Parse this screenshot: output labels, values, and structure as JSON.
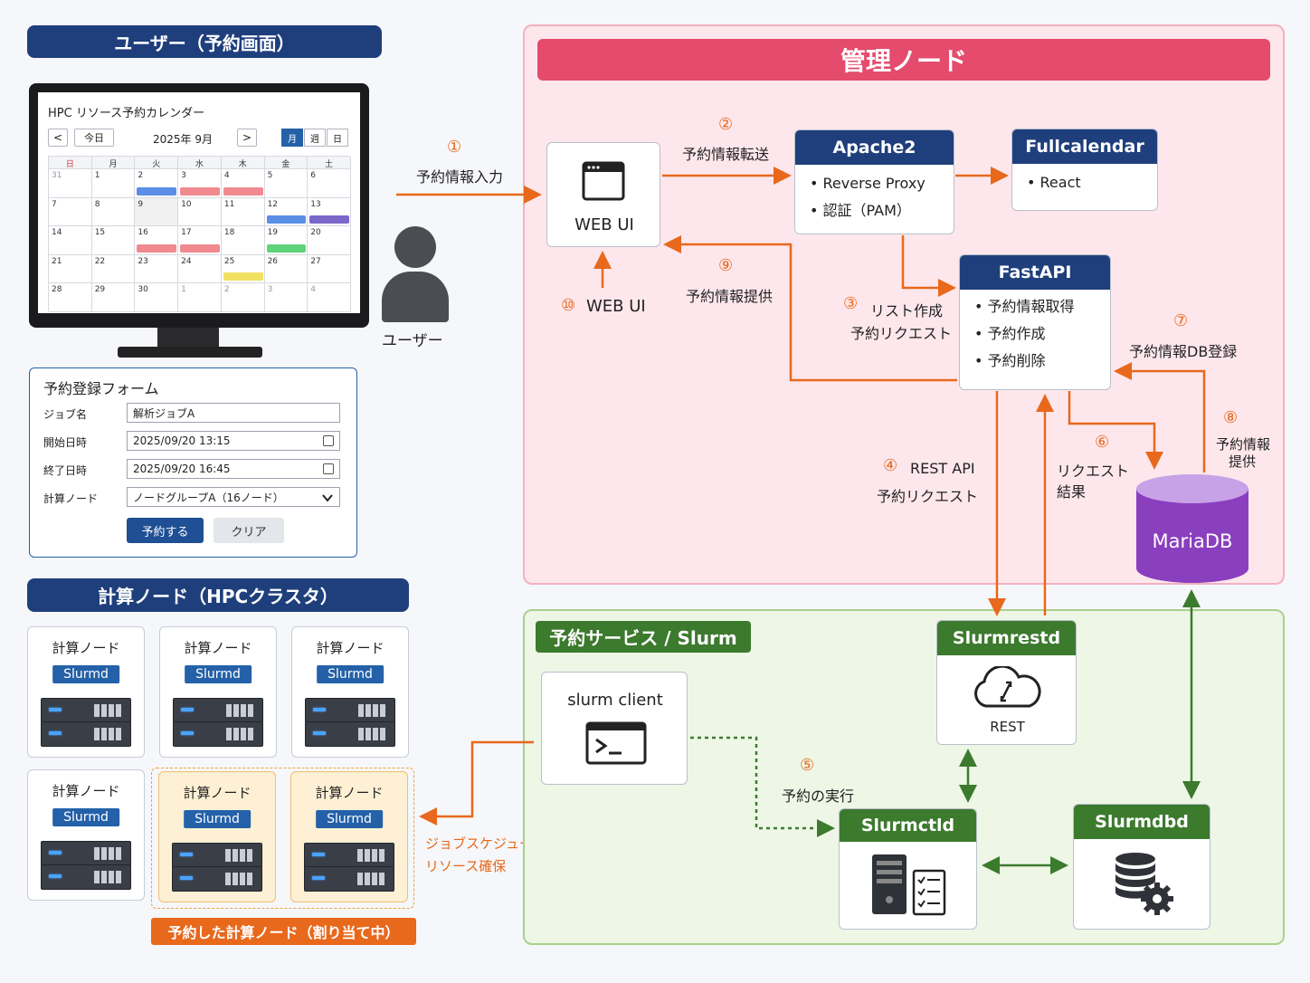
{
  "user_section": {
    "title": "ユーザー（予約画面）",
    "user_label": "ユーザー"
  },
  "calendar": {
    "title": "HPC リソース予約カレンダー",
    "today_btn": "今日",
    "month_label": "2025年 9月",
    "prev": "<",
    "next": ">",
    "view_month": "月",
    "view_week": "週",
    "view_day": "日",
    "weekdays": [
      "日",
      "月",
      "火",
      "水",
      "木",
      "金",
      "土"
    ],
    "weeks": [
      [
        "31",
        "1",
        "2",
        "3",
        "4",
        "5",
        "6"
      ],
      [
        "7",
        "8",
        "9",
        "10",
        "11",
        "12",
        "13"
      ],
      [
        "14",
        "15",
        "16",
        "17",
        "18",
        "19",
        "20"
      ],
      [
        "21",
        "22",
        "23",
        "24",
        "25",
        "26",
        "27"
      ],
      [
        "28",
        "29",
        "30",
        "1",
        "2",
        "3",
        "4"
      ]
    ],
    "colors": {
      "blue": "#5b8ee6",
      "red": "#f08a90",
      "purple": "#7a67c9",
      "green": "#5fd37a",
      "yellow": "#f2e061"
    }
  },
  "form": {
    "title": "予約登録フォーム",
    "job_label": "ジョブ名",
    "job_value": "解析ジョブA",
    "start_label": "開始日時",
    "start_value": "2025/09/20 13:15",
    "end_label": "終了日時",
    "end_value": "2025/09/20 16:45",
    "node_label": "計算ノード",
    "node_value": "ノードグループA（16ノード）",
    "submit": "予約する",
    "clear": "クリア"
  },
  "compute": {
    "title": "計算ノード（HPCクラスタ）",
    "node_title": "計算ノード",
    "slurmd": "Slurmd",
    "reserved_label": "予約した計算ノード（割り当て中）",
    "scheduling_line1": "ジョブスケジューリング",
    "scheduling_line2": "リソース確保"
  },
  "mgmt": {
    "title": "管理ノード",
    "webui": "WEB UI",
    "apache_title": "Apache2",
    "apache_items": [
      "Reverse Proxy",
      "認証（PAM）"
    ],
    "fullcal_title": "Fullcalendar",
    "fullcal_items": [
      "React"
    ],
    "fastapi_title": "FastAPI",
    "fastapi_items": [
      "予約情報取得",
      "予約作成",
      "予約削除"
    ],
    "mariadb": "MariaDB"
  },
  "slurm": {
    "title": "予約サービス / Slurm",
    "client": "slurm client",
    "slurmrestd": "Slurmrestd",
    "rest": "REST",
    "slurmctld": "Slurmctld",
    "slurmdbd": "Slurmdbd"
  },
  "steps": {
    "s1_num": "①",
    "s1": "予約情報入力",
    "s2_num": "②",
    "s2": "予約情報転送",
    "s3_num": "③",
    "s3a": "リスト作成",
    "s3b": "予約リクエスト",
    "s4_num": "④",
    "s4a": "REST API",
    "s4b": "予約リクエスト",
    "s5_num": "⑤",
    "s5": "予約の実行",
    "s6_num": "⑥",
    "s6a": "リクエスト",
    "s6b": "結果",
    "s7_num": "⑦",
    "s7": "予約情報DB登録",
    "s8_num": "⑧",
    "s8a": "予約情報",
    "s8b": "提供",
    "s9_num": "⑨",
    "s9": "予約情報提供",
    "s10_num": "⑩",
    "s10": "WEB UI"
  },
  "colors": {
    "navy": "#1f3f7c",
    "orange": "#e8681c",
    "green": "#3c7a2e",
    "pink_bg": "#fde7ec",
    "pink_header": "#e44b6c",
    "green_bg": "#eef6e6",
    "mariadb": "#8a3fbf"
  }
}
